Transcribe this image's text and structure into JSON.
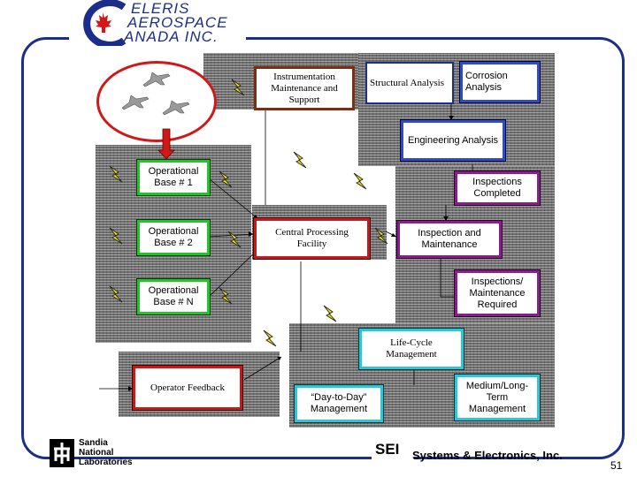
{
  "logo": {
    "line1": "ELERIS",
    "line2": "AEROSPACE",
    "line3": "ANADA  INC."
  },
  "boxes": {
    "instrumentation": "Instrumentation Maintenance and Support",
    "structural": "Structural Analysis",
    "corrosion": "Corrosion Analysis",
    "engineering": "Engineering Analysis",
    "inspections_completed": "Inspections Completed",
    "base1": "Operational Base # 1",
    "base2": "Operational Base # 2",
    "baseN": "Operational Base # N",
    "central": "Central Processing Facility",
    "inspection_maintenance": "Inspection and Maintenance",
    "inspections_required": "Inspections/ Maintenance Required",
    "lifecycle": "Life-Cycle Management",
    "operator_feedback": "Operator Feedback",
    "day_to_day": "“Day-to-Day” Management",
    "medium_long": "Medium/Long-Term Management"
  },
  "footer": {
    "sandia": [
      "Sandia",
      "National",
      "Laboratories"
    ],
    "sei": "SEI",
    "company": "Systems & Electronics, Inc.",
    "page_number": "51"
  },
  "colors": {
    "frame": "#1b2e8c",
    "green": "#22c42a",
    "red": "#c81818",
    "blue": "#2e4cc8",
    "purple": "#8a1c8c",
    "cyan": "#28c8d8",
    "lightning": "#f7e600"
  },
  "icons": [
    "maple-leaf-icon",
    "jet-aircraft-icon",
    "lightning-bolt-icon",
    "sandia-thunderbird-icon"
  ]
}
